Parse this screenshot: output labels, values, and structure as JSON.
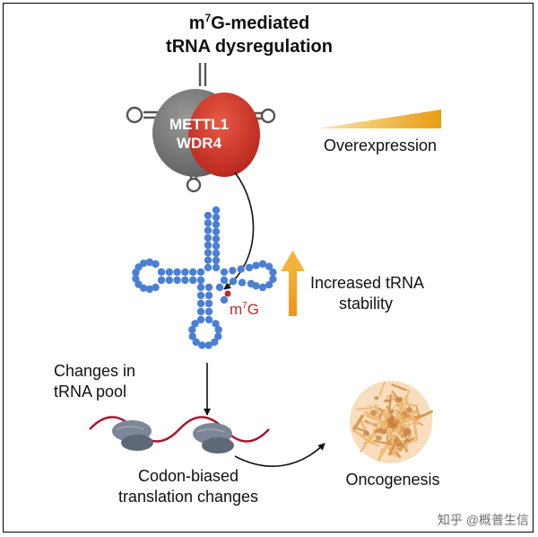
{
  "title": {
    "prefix": "m",
    "sup": "7",
    "line1_rest": "G-mediated",
    "line2": "tRNA dysregulation"
  },
  "complex": {
    "label1": "METTL1",
    "label2": "WDR4"
  },
  "overexpression_label": "Overexpression",
  "m7g_label": {
    "prefix": "m",
    "sup": "7",
    "rest": "G"
  },
  "stability_label": {
    "line1": "Increased tRNA",
    "line2": "stability"
  },
  "pool_label": {
    "line1": "Changes in",
    "line2": "tRNA pool"
  },
  "translation_label": {
    "line1": "Codon-biased",
    "line2": "translation changes"
  },
  "oncogenesis_label": "Oncogenesis",
  "watermark": "知乎 @概普生信",
  "colors": {
    "gray_subunit": "#808080",
    "red_subunit": "#d63a2c",
    "trna_bead": "#4a7fd4",
    "m7g_red": "#c0282a",
    "arrow_orange": "#f0a422",
    "mrna": "#a8142a",
    "ribosome": "#7c8696",
    "tumor": "#f2c288"
  }
}
